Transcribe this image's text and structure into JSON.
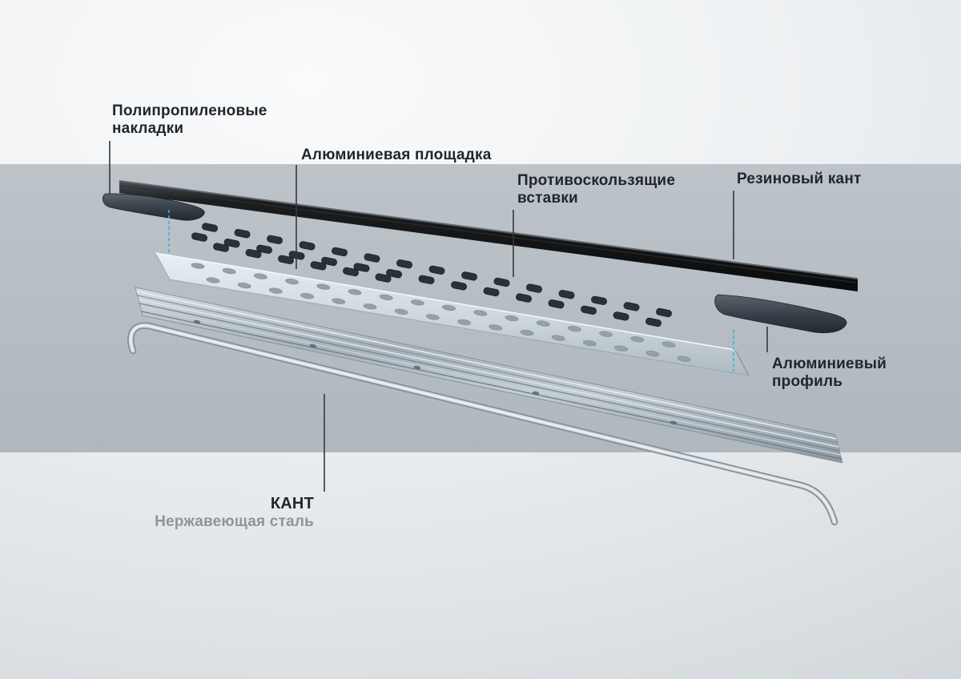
{
  "labels": {
    "pads": {
      "line1": "Полипропиленовые",
      "line2": "накладки"
    },
    "platform": "Алюминиевая площадка",
    "inserts": {
      "line1": "Противоскользящие",
      "line2": "вставки"
    },
    "rubber": "Резиновый кант",
    "profile": {
      "line1": "Алюминиевый",
      "line2": "профиль"
    },
    "kant": {
      "title": "КАНТ",
      "subtitle": "Нержавеющая сталь"
    }
  },
  "colors": {
    "label_text": "#22262a",
    "subtitle_text": "#8d959c",
    "leader_line": "#33383c",
    "guide_dash": "#2fb9d2",
    "band": "#b4bbc2",
    "rubber_edge": "#121416",
    "pad_cap": "#39424a",
    "aluminum_light": "#dbe3e8",
    "aluminum_dark": "#8c97a0",
    "steel": "#d4dbe1"
  }
}
